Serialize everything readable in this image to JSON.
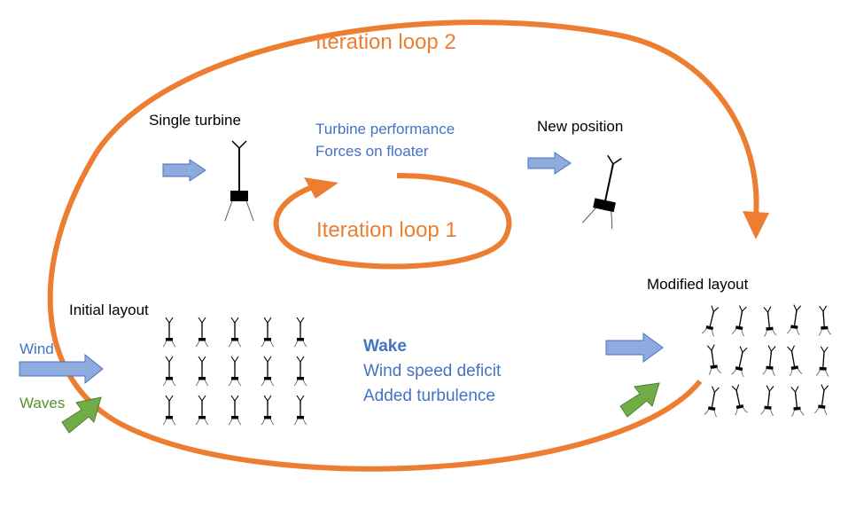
{
  "loops": {
    "loop2_label": "Iteration loop 2",
    "loop1_label": "Iteration loop 1"
  },
  "single_turbine": {
    "title": "Single turbine",
    "results": [
      "Turbine performance",
      "Forces on floater"
    ]
  },
  "new_position": {
    "title": "New position"
  },
  "initial_layout": {
    "title": "Initial layout",
    "wind_label": "Wind",
    "waves_label": "Waves",
    "rows": 3,
    "cols": 5
  },
  "wake": {
    "title": "Wake",
    "items": [
      "Wind speed deficit",
      "Added turbulence"
    ]
  },
  "modified_layout": {
    "title": "Modified layout",
    "rows": 3,
    "cols": 5
  },
  "colors": {
    "loop": "#ed7d31",
    "wind_arrow": "#8faadc",
    "wind_arrow_stroke": "#4472c4",
    "wave_arrow": "#70ad47",
    "wave_arrow_stroke": "#507e32",
    "text_blue": "#4472c4",
    "text_green": "#5a8f2e"
  },
  "icons": {
    "wind_arrow": "right-arrow-icon",
    "wave_arrow": "diagonal-arrow-icon",
    "turbine": "floating-wind-turbine-icon"
  }
}
